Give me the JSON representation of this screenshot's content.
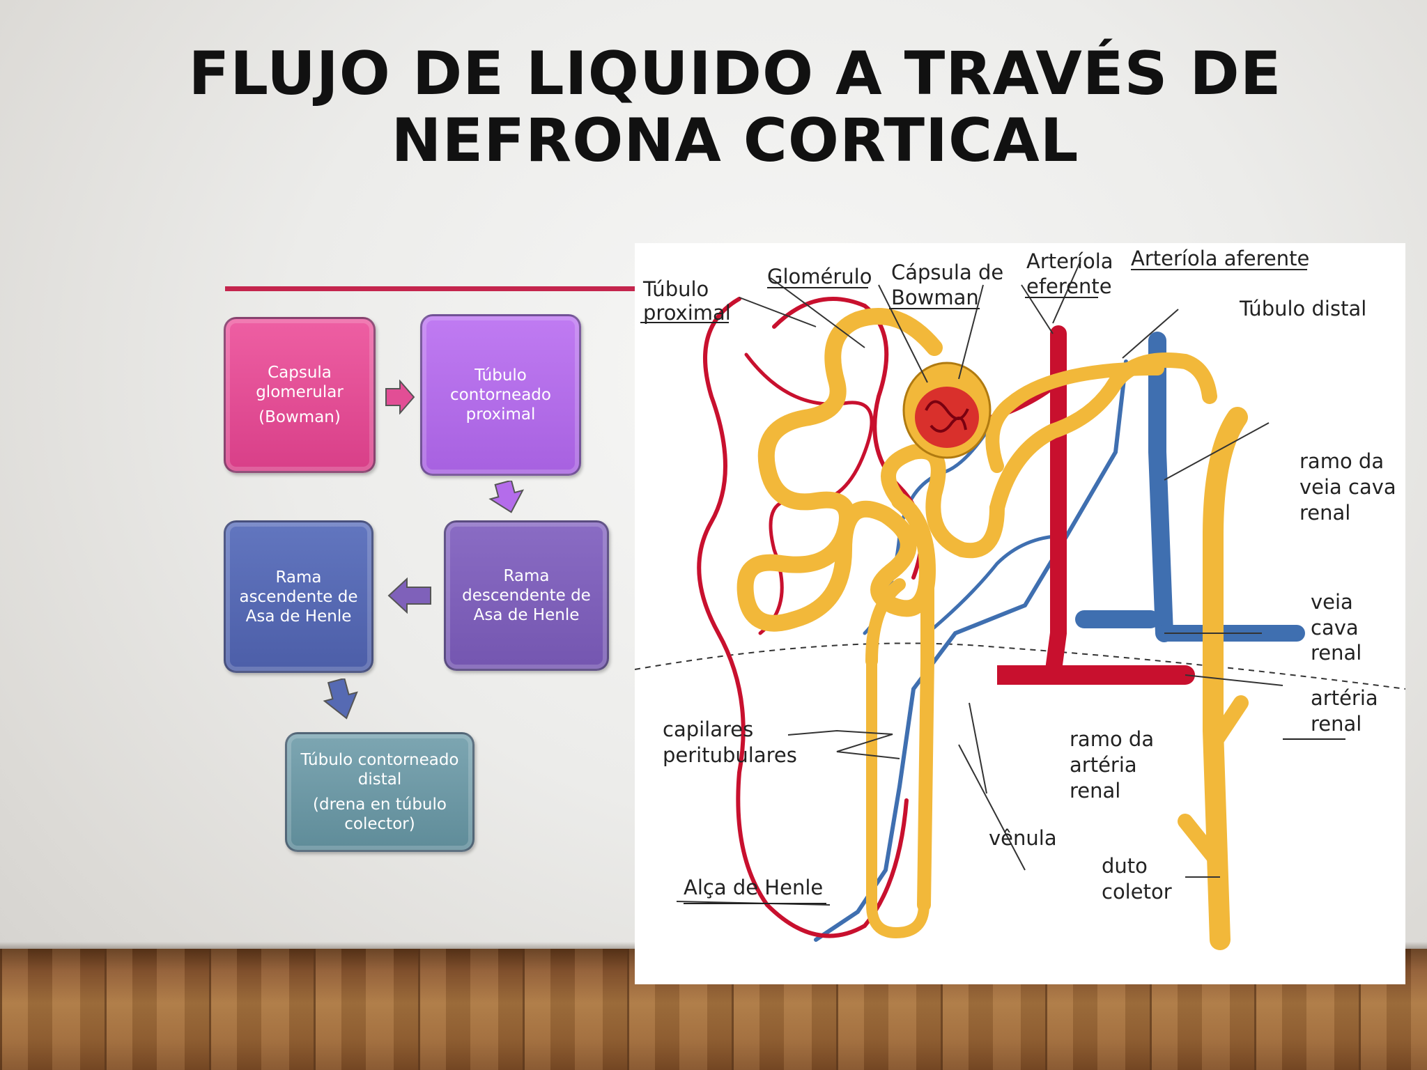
{
  "slide": {
    "title_line1": "FLUJO DE LIQUIDO A TRAVÉS DE",
    "title_line2": "NEFRONA CORTICAL"
  },
  "flowchart": {
    "box1": {
      "line1": "Capsula",
      "line2": "glomerular",
      "line3": "(Bowman)",
      "color": "#e24e95"
    },
    "box2": {
      "line1": "Túbulo",
      "line2": "contorneado",
      "line3": "proximal",
      "color": "#b46ceb"
    },
    "box3": {
      "line1": "Rama",
      "line2": "descendente de",
      "line3": "Asa de Henle",
      "color": "#7f61ba"
    },
    "box4": {
      "line1": "Rama",
      "line2": "ascendente de",
      "line3": "Asa de Henle",
      "color": "#566ab3"
    },
    "box5": {
      "line1": "Túbulo contorneado",
      "line2": "distal",
      "line3": "(drena en túbulo",
      "line4": "colector)",
      "color": "#6e99a6"
    }
  },
  "diagram": {
    "labels": {
      "tubulo_proximal_1": "Túbulo",
      "tubulo_proximal_2": "proximal",
      "glomerulo": "Glomérulo",
      "capsula_1": "Cápsula de",
      "capsula_2": "Bowman",
      "arteriola_eferente_1": "Arteríola",
      "arteriola_eferente_2": "eferente",
      "arteriola_aferente": "Arteríola aferente",
      "tubulo_distal": "Túbulo distal",
      "ramo_veia_1": "ramo da",
      "ramo_veia_2": "veia cava",
      "ramo_veia_3": "renal",
      "veia_cava_1": "veia",
      "veia_cava_2": "cava",
      "veia_cava_3": "renal",
      "arteria_renal_1": "artéria",
      "arteria_renal_2": "renal",
      "ramo_arteria_1": "ramo da",
      "ramo_arteria_2": "artéria",
      "ramo_arteria_3": "renal",
      "capilares_1": "capilares",
      "capilares_2": "peritubulares",
      "venula": "vênula",
      "duto_1": "duto",
      "duto_2": "coletor",
      "alca_henle": "Alça de Henle"
    },
    "colors": {
      "tubule": "#f2b83a",
      "artery": "#c8102e",
      "vein": "#3f6fb0"
    }
  }
}
